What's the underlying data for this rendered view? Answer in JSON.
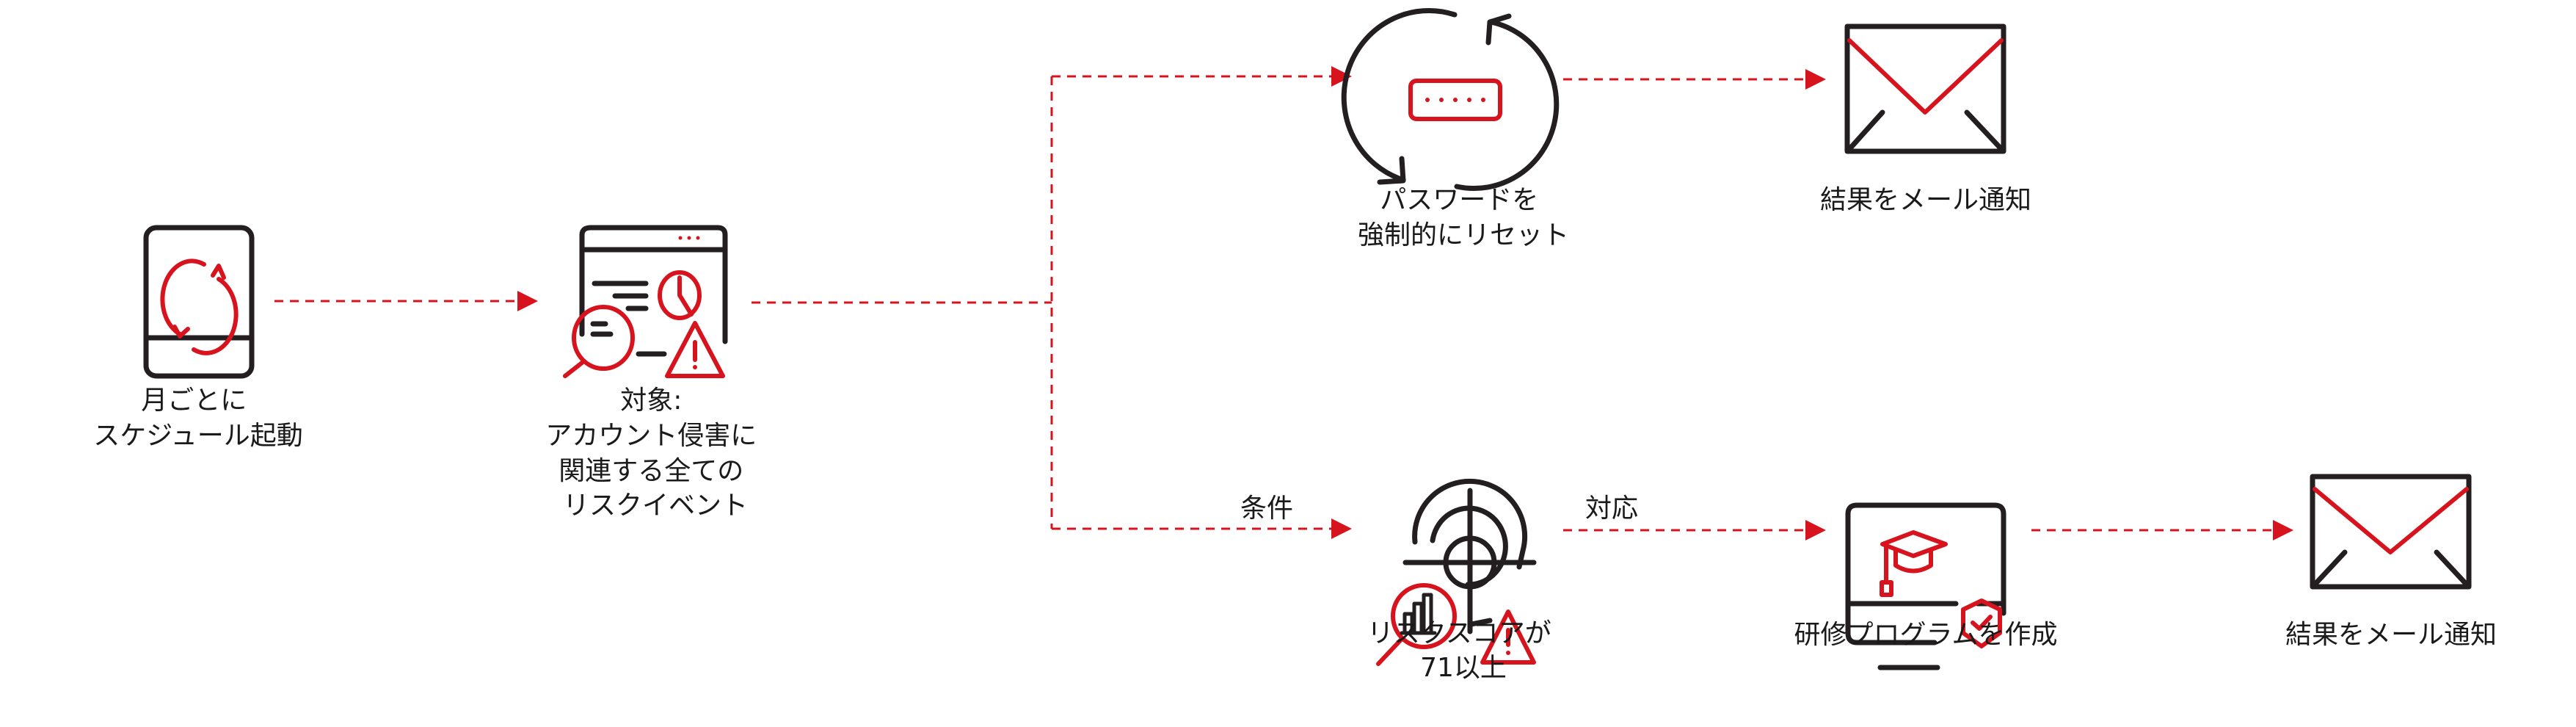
{
  "colors": {
    "accent": "#d7141e",
    "ink": "#231f20"
  },
  "steps": {
    "trigger": {
      "icon": "phone-sync-icon",
      "lines": [
        "月ごとに",
        "スケジュール起動"
      ]
    },
    "target": {
      "icon": "dashboard-search-warning-icon",
      "lines": [
        "対象:",
        "アカウント侵害に",
        "関連する全ての",
        "リスクイベント"
      ]
    },
    "reset": {
      "icon": "password-reset-icon",
      "lines": [
        "パスワードを",
        "強制的にリセット"
      ]
    },
    "notify_top": {
      "icon": "mail-icon",
      "lines": [
        "結果をメール通知"
      ]
    },
    "risk": {
      "icon": "target-risk-icon",
      "lines": [
        "リスクスコアが",
        "71以上"
      ]
    },
    "training": {
      "icon": "training-monitor-icon",
      "lines": [
        "研修プログラムを作成"
      ]
    },
    "notify_bottom": {
      "icon": "mail-icon",
      "lines": [
        "結果をメール通知"
      ]
    }
  },
  "edges": {
    "condition_label": "条件",
    "response_label": "対応"
  }
}
